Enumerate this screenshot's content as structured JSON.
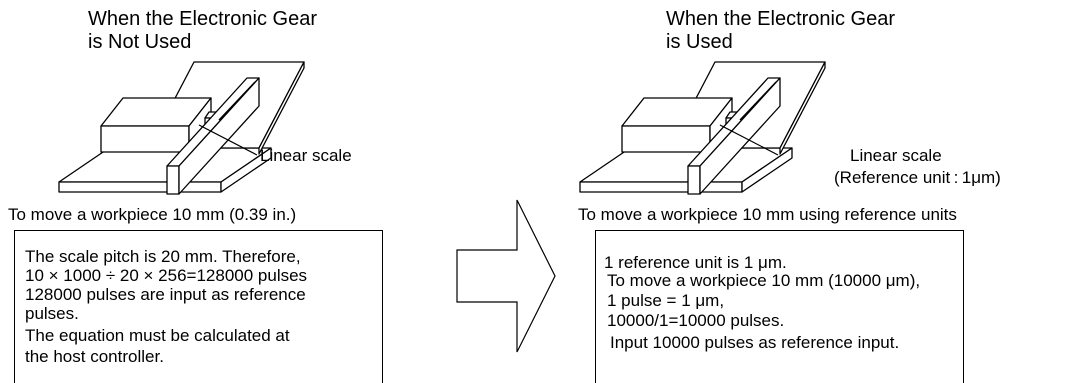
{
  "left": {
    "title_line1": "When the Electronic Gear",
    "title_line2": "is Not Used",
    "scale_label": "Linear scale",
    "caption": "To move a workpiece 10 mm (0.39 in.)",
    "box_lines": [
      "The scale pitch is 20 mm.  Therefore,",
      "10 × 1000 ÷ 20 × 256=128000 pulses",
      "128000 pulses are input as reference",
      "pulses.",
      "The equation must be calculated at",
      "the host controller."
    ]
  },
  "right": {
    "title_line1": "When the Electronic Gear",
    "title_line2": "is Used",
    "scale_label": "Linear scale",
    "scale_sublabel": "(Reference unit : 1μm)",
    "caption": "To move a workpiece 10 mm using reference units",
    "box_lines": [
      "1 reference unit is 1 μm.",
      "To move a workpiece 10 mm (10000 μm),",
      "1 pulse = 1 μm,",
      "10000/1=10000 pulses.",
      "Input 10000 pulses as reference input."
    ]
  }
}
